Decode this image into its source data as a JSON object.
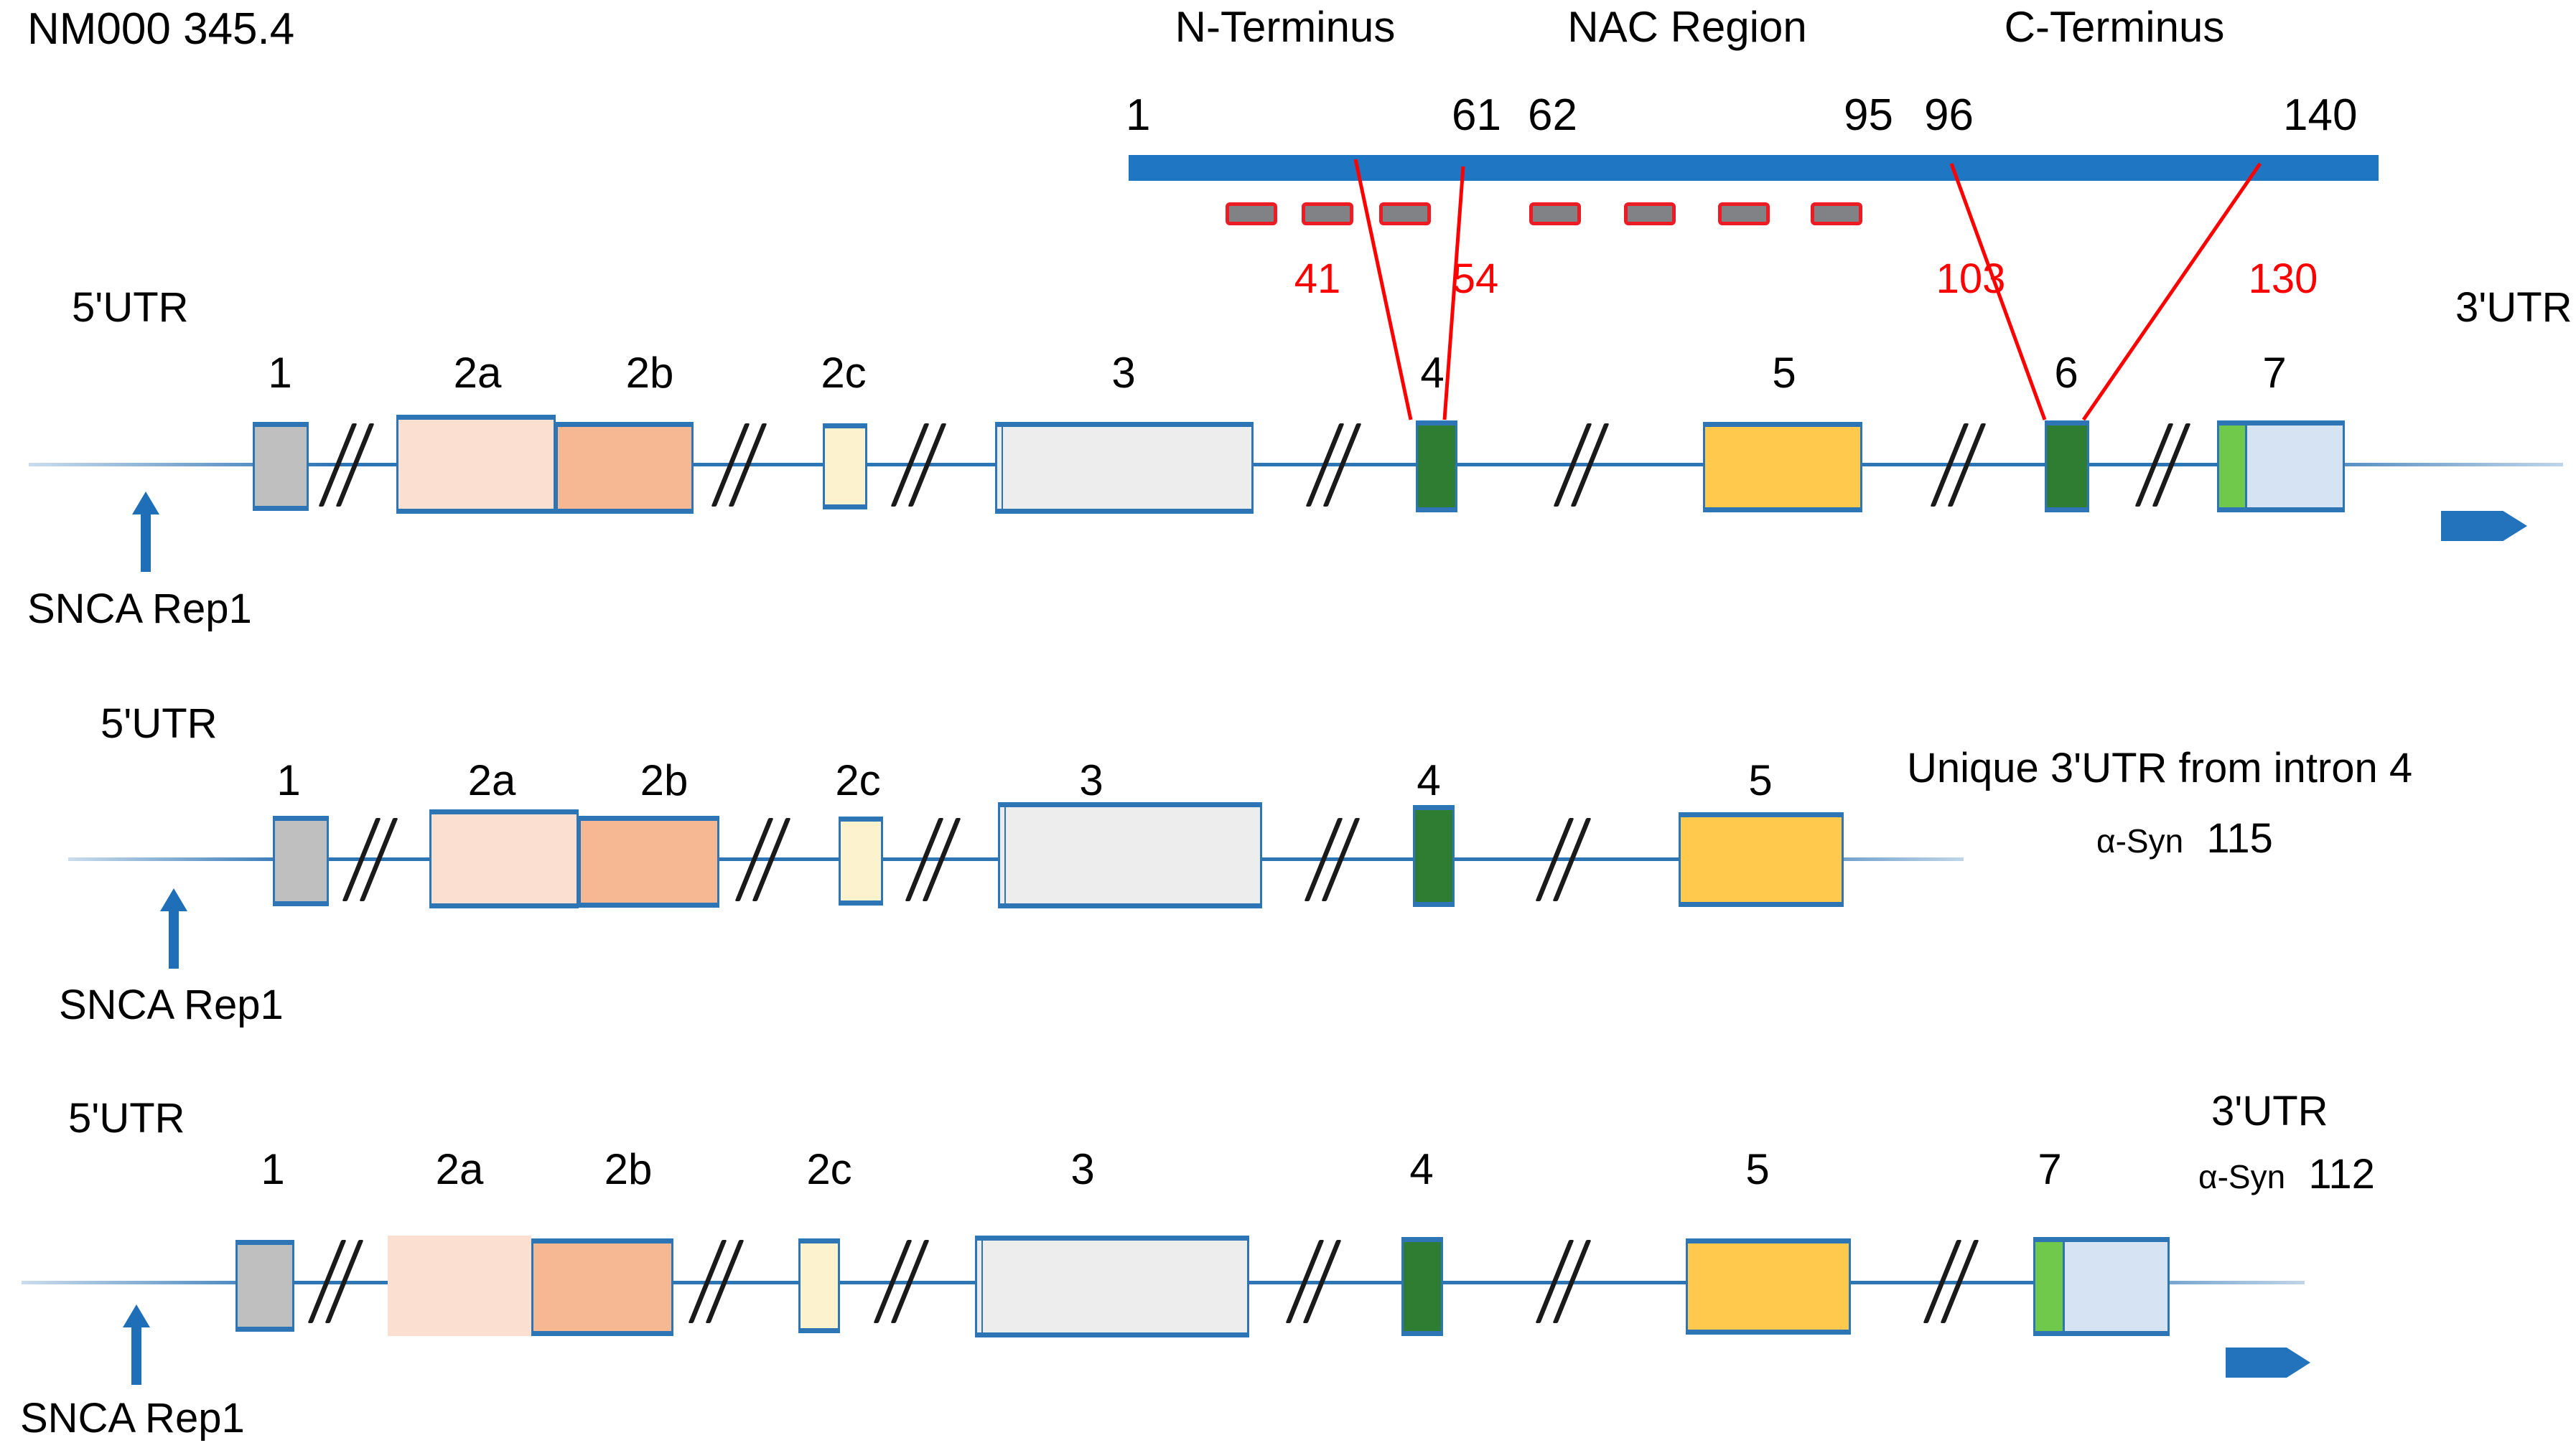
{
  "title": "NM000 345.4",
  "colors": {
    "domain_bar": "#1F77C4",
    "baseline": "#2E75B6",
    "mutation_red": "#FF0000",
    "dash_fill": "#808285",
    "dash_border": "#ED1C24",
    "exon1_grey": "#BFBFBF",
    "exon2a_peach": "#FBE0D2",
    "exon2b_salmon": "#F6B893",
    "exon2c_cream": "#FDF2CE",
    "exon3_greyblue": "#EDEDED",
    "exon4_green": "#2E7D32",
    "exon5_gold": "#FFC94D",
    "exon6_green": "#2E7D32",
    "exon7_green": "#70C94B",
    "exon7_blue": "#D6E3F3"
  },
  "protein": {
    "domains": [
      {
        "name": "N-Terminus",
        "start": "1",
        "end": "61"
      },
      {
        "name": "NAC Region",
        "start": "62",
        "end": "95"
      },
      {
        "name": "C-Terminus",
        "start": "96",
        "end": "140"
      }
    ],
    "epitope_dashes": 7,
    "mutations": [
      {
        "label": "41",
        "exon": "4"
      },
      {
        "label": "54",
        "exon": "4"
      },
      {
        "label": "103",
        "exon": "6"
      },
      {
        "label": "130",
        "exon": "7"
      }
    ]
  },
  "transcripts": [
    {
      "id": "alpha-syn-140",
      "utr5": "5'UTR",
      "utr3": "3'UTR",
      "rep_label": "SNCA Rep1",
      "note": "",
      "isoform": "",
      "isoform_number": "",
      "exons": [
        {
          "label": "1",
          "color_key": "exon1_grey"
        },
        {
          "label": "2a",
          "color_key": "exon2a_peach"
        },
        {
          "label": "2b",
          "color_key": "exon2b_salmon"
        },
        {
          "label": "2c",
          "color_key": "exon2c_cream"
        },
        {
          "label": "3",
          "color_key": "exon3_greyblue"
        },
        {
          "label": "4",
          "color_key": "exon4_green"
        },
        {
          "label": "5",
          "color_key": "exon5_gold"
        },
        {
          "label": "6",
          "color_key": "exon6_green"
        },
        {
          "label": "7",
          "color_key": "exon7_blue"
        }
      ]
    },
    {
      "id": "alpha-syn-115",
      "utr5": "5'UTR",
      "utr3": "",
      "rep_label": "SNCA Rep1",
      "note": "Unique 3'UTR from intron 4",
      "isoform": "α-Syn",
      "isoform_number": "115",
      "exons": [
        {
          "label": "1",
          "color_key": "exon1_grey"
        },
        {
          "label": "2a",
          "color_key": "exon2a_peach"
        },
        {
          "label": "2b",
          "color_key": "exon2b_salmon"
        },
        {
          "label": "2c",
          "color_key": "exon2c_cream"
        },
        {
          "label": "3",
          "color_key": "exon3_greyblue"
        },
        {
          "label": "4",
          "color_key": "exon4_green"
        },
        {
          "label": "5",
          "color_key": "exon5_gold"
        }
      ]
    },
    {
      "id": "alpha-syn-112",
      "utr5": "5'UTR",
      "utr3": "3'UTR",
      "rep_label": "SNCA Rep1",
      "note": "",
      "isoform": "α-Syn",
      "isoform_number": "112",
      "exons": [
        {
          "label": "1",
          "color_key": "exon1_grey"
        },
        {
          "label": "2a",
          "color_key": "exon2a_peach"
        },
        {
          "label": "2b",
          "color_key": "exon2b_salmon"
        },
        {
          "label": "2c",
          "color_key": "exon2c_cream"
        },
        {
          "label": "3",
          "color_key": "exon3_greyblue"
        },
        {
          "label": "4",
          "color_key": "exon4_green"
        },
        {
          "label": "5",
          "color_key": "exon5_gold"
        },
        {
          "label": "7",
          "color_key": "exon7_blue"
        }
      ]
    }
  ]
}
